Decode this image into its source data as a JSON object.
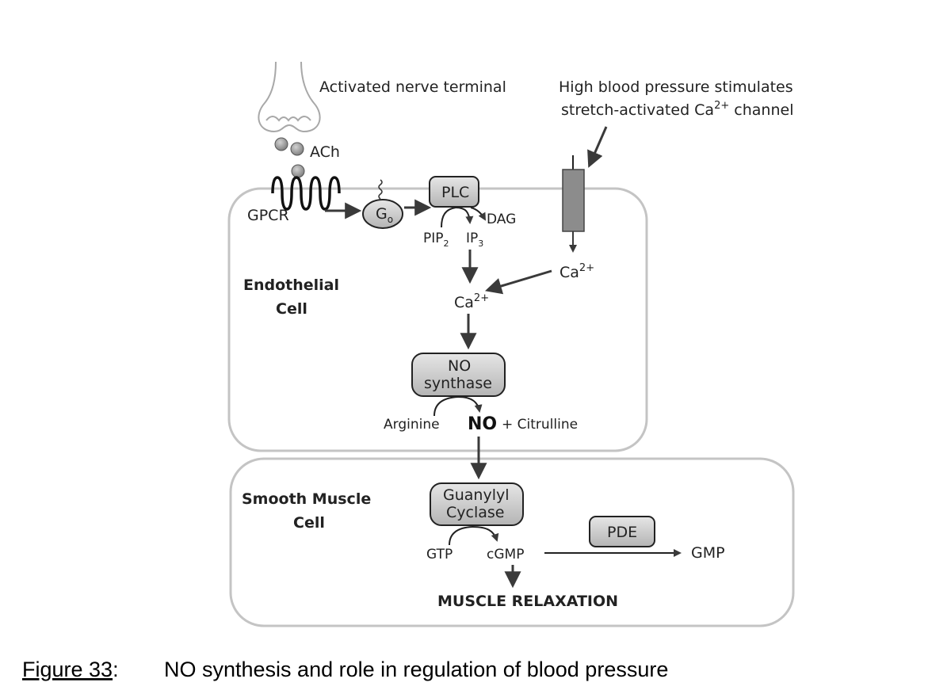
{
  "diagram": {
    "nerve_label": "Activated nerve terminal",
    "neurotransmitter": "ACh",
    "receptor": "GPCR",
    "g_protein": "G",
    "g_protein_sub": "o",
    "plc": "PLC",
    "pip2": "PIP",
    "pip2_sub": "2",
    "ip3": "IP",
    "ip3_sub": "3",
    "dag": "DAG",
    "stretch_line1": "High blood pressure stimulates",
    "stretch_line2_pre": "stretch-activated Ca",
    "stretch_line2_sup": "2+",
    "stretch_line2_post": " channel",
    "ca_channel": "Ca",
    "ca_channel_sup": "2+",
    "ca_cytosol": "Ca",
    "ca_cytosol_sup": "2+",
    "endothelial_line1": "Endothelial",
    "endothelial_line2": "Cell",
    "nos_line1": "NO",
    "nos_line2": "synthase",
    "arginine": "Arginine",
    "no": "NO",
    "citrulline": "+ Citrulline",
    "smooth_line1": "Smooth Muscle",
    "smooth_line2": "Cell",
    "gc_line1": "Guanylyl",
    "gc_line2": "Cyclase",
    "gtp": "GTP",
    "cgmp": "cGMP",
    "pde": "PDE",
    "gmp": "GMP",
    "relaxation": "MUSCLE RELAXATION"
  },
  "caption": {
    "figure": "Figure 33",
    "colon": ":",
    "text": "NO synthesis and role in regulation of blood pressure"
  },
  "colors": {
    "cell_border": "#c4c4c4",
    "box_fill": "#cccccc",
    "arrow": "#3a3a3a",
    "channel_fill": "#8c8c8c"
  }
}
